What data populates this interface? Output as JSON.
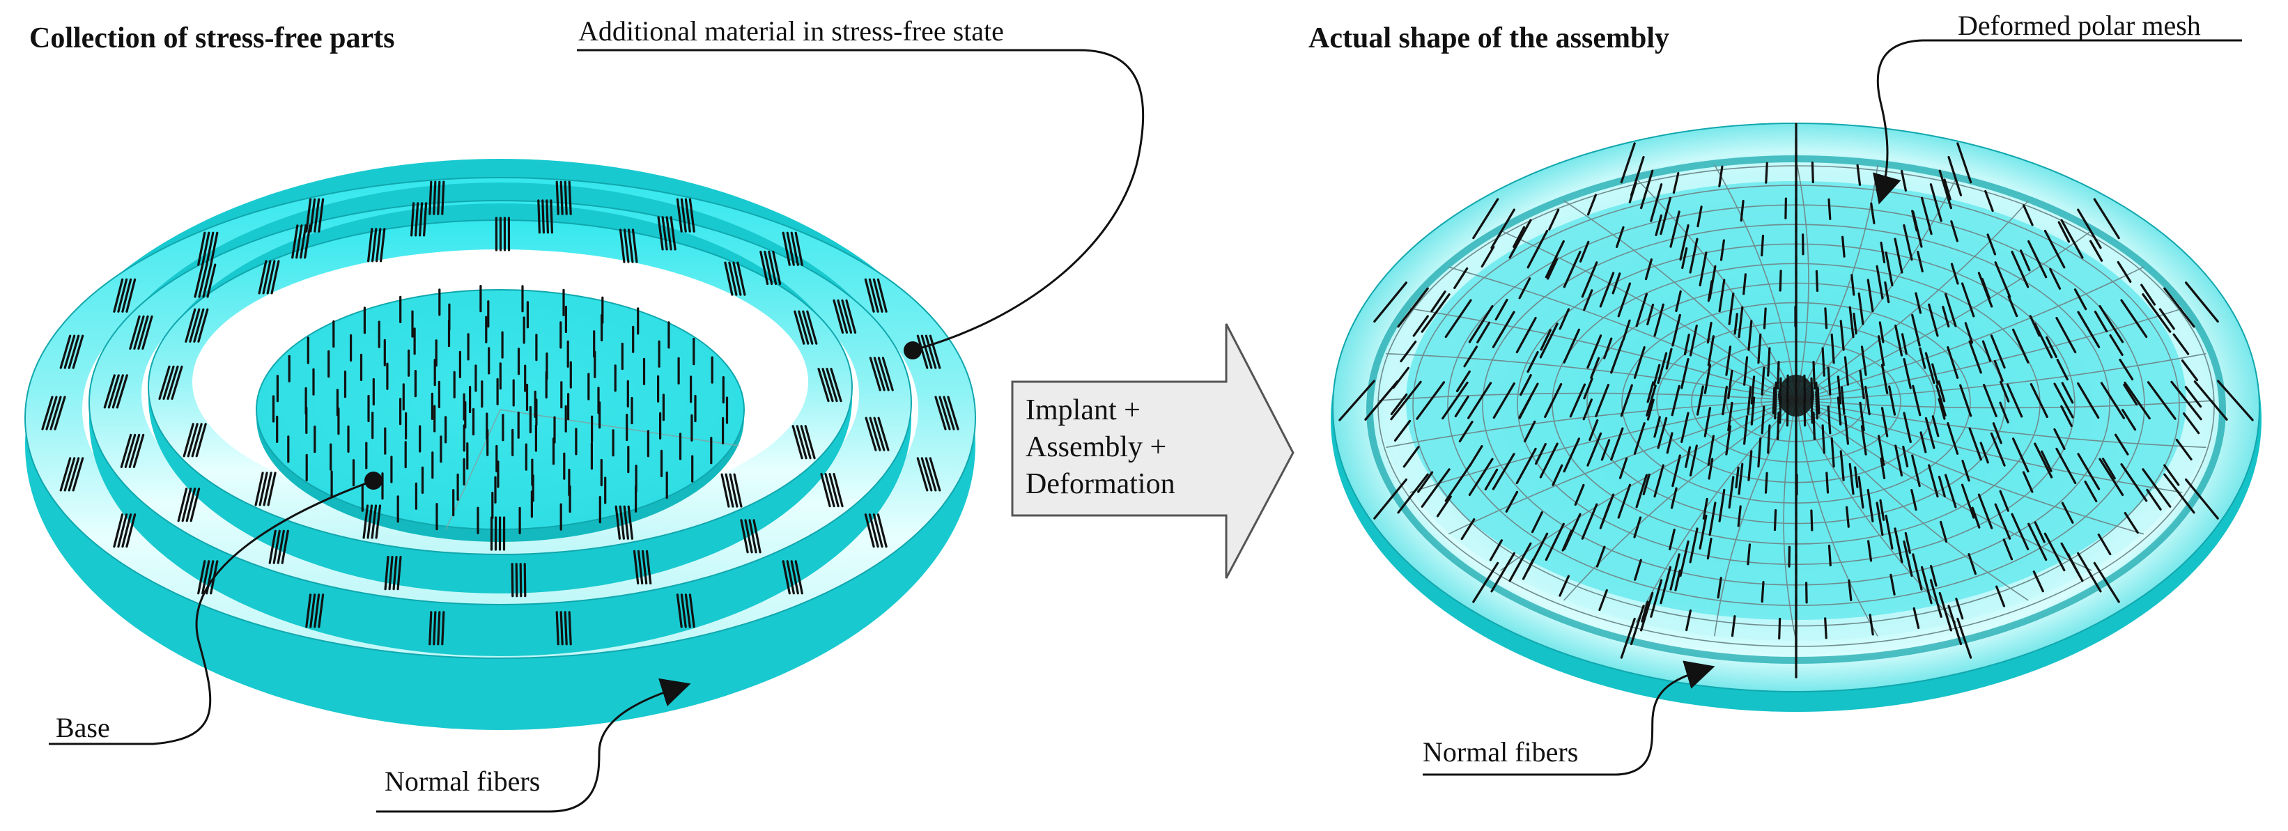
{
  "left_panel": {
    "title": "Collection of stress-free parts",
    "labels": {
      "additional_material": "Additional material in stress-free state",
      "base": "Base",
      "normal_fibers": "Normal fibers"
    }
  },
  "process_arrow": {
    "lines": [
      "Implant +",
      "Assembly +",
      "Deformation"
    ]
  },
  "right_panel": {
    "title": "Actual shape of the assembly",
    "labels": {
      "deformed_polar_mesh": "Deformed polar mesh",
      "normal_fibers": "Normal fibers"
    }
  },
  "colors": {
    "surface_cyan": "#2ee6ec",
    "surface_light": "#e8ffff",
    "edge_dark": "#10a7ad",
    "fiber": "#111111",
    "mesh_line": "#6f8c8e",
    "arrow_fill": "#ececec",
    "arrow_stroke": "#555555"
  }
}
